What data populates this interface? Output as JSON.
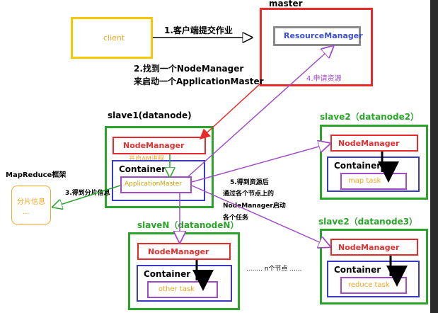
{
  "master": {
    "title": "master",
    "resource_manager": "ResourceManager"
  },
  "client": {
    "label": "client"
  },
  "steps": {
    "step1": "1.客户端提交作业",
    "step2_line1": "2.找到一个NodeManager",
    "step2_line2": "来启动一个ApplicationMaster",
    "step3": "3.得到分片信息",
    "step4": "4.申请资源",
    "step5_line1": "5.得到资源后",
    "step5_line2": "通过各个节点上的",
    "step5_line3": "NodeManager启动",
    "step5_line4": "各个任务"
  },
  "slave1": {
    "title": "slave1(datanode)",
    "node_manager": "NodeManager",
    "start_am": "开启AM进程",
    "container": "Container",
    "app_master": "ApplicationMaster"
  },
  "slave2a": {
    "title": "slave2（datanode2）",
    "node_manager": "NodeManager",
    "container": "Container",
    "task": "map task"
  },
  "slave2b": {
    "title": "slave2（datanode3）",
    "node_manager": "NodeManager",
    "container": "Container",
    "task": "reduce task"
  },
  "slaveN": {
    "title": "slaveN（datanodeN）",
    "node_manager": "NodeManager",
    "container": "Container",
    "task": "other task"
  },
  "mapreduce": {
    "title": "MapReduce框架",
    "split_info": "分片信息",
    "ellipsis": "..."
  },
  "n_nodes": "........ n个节点  ......",
  "colors": {
    "green": "#2aa52a",
    "red": "#e82a2a",
    "blue": "#3a3ac8",
    "purple": "#a04bc8",
    "yellow": "#f5c800",
    "orange": "#f5a623"
  }
}
